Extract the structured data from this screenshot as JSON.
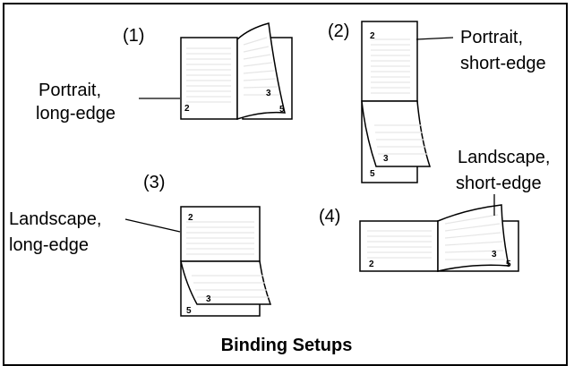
{
  "caption": "Binding Setups",
  "setups": [
    {
      "number": "(1)",
      "label_line1": "Portrait,",
      "label_line2": "long-edge",
      "page_front": "2",
      "page_curl": "3",
      "page_back": "5"
    },
    {
      "number": "(2)",
      "label_line1": "Portrait,",
      "label_line2": "short-edge",
      "page_front": "2",
      "page_curl": "3",
      "page_back": "5"
    },
    {
      "number": "(3)",
      "label_line1": "Landscape,",
      "label_line2": "long-edge",
      "page_front": "2",
      "page_curl": "3",
      "page_back": "5"
    },
    {
      "number": "(4)",
      "label_line1": "Landscape,",
      "label_line2": "short-edge",
      "page_front": "2",
      "page_curl": "3",
      "page_back": "5"
    }
  ]
}
